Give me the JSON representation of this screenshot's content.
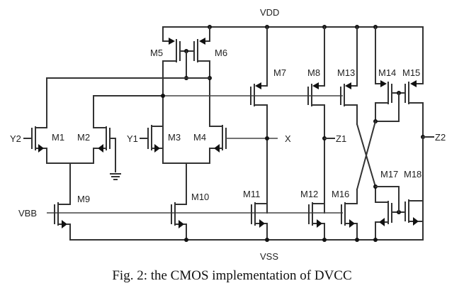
{
  "title": "CMOS implementation of DVCC",
  "caption": "Fig. 2: the CMOS implementation of DVCC",
  "rails": {
    "vdd": "VDD",
    "vss": "VSS",
    "vbb": "VBB"
  },
  "terminals": {
    "y1": "Y1",
    "y2": "Y2",
    "x": "X",
    "z1": "Z1",
    "z2": "Z2"
  },
  "transistors": [
    {
      "id": "M1",
      "type": "nmos",
      "role": "input pair (Y2)"
    },
    {
      "id": "M2",
      "type": "nmos",
      "role": "input pair (grounded gate)"
    },
    {
      "id": "M3",
      "type": "nmos",
      "role": "input pair (Y1)"
    },
    {
      "id": "M4",
      "type": "nmos",
      "role": "input pair (X feedback)"
    },
    {
      "id": "M5",
      "type": "pmos",
      "role": "current mirror load"
    },
    {
      "id": "M6",
      "type": "pmos",
      "role": "current mirror load"
    },
    {
      "id": "M7",
      "type": "pmos",
      "role": "output stage X"
    },
    {
      "id": "M8",
      "type": "pmos",
      "role": "output stage Z1"
    },
    {
      "id": "M9",
      "type": "nmos",
      "role": "tail current source"
    },
    {
      "id": "M10",
      "type": "nmos",
      "role": "tail current source"
    },
    {
      "id": "M11",
      "type": "nmos",
      "role": "output sink X"
    },
    {
      "id": "M12",
      "type": "nmos",
      "role": "output sink Z1"
    },
    {
      "id": "M13",
      "type": "pmos",
      "role": "inverting branch"
    },
    {
      "id": "M14",
      "type": "pmos",
      "role": "mirror"
    },
    {
      "id": "M15",
      "type": "pmos",
      "role": "mirror output Z2"
    },
    {
      "id": "M16",
      "type": "nmos",
      "role": "inverting branch"
    },
    {
      "id": "M17",
      "type": "nmos",
      "role": "mirror"
    },
    {
      "id": "M18",
      "type": "nmos",
      "role": "mirror output Z2"
    }
  ]
}
